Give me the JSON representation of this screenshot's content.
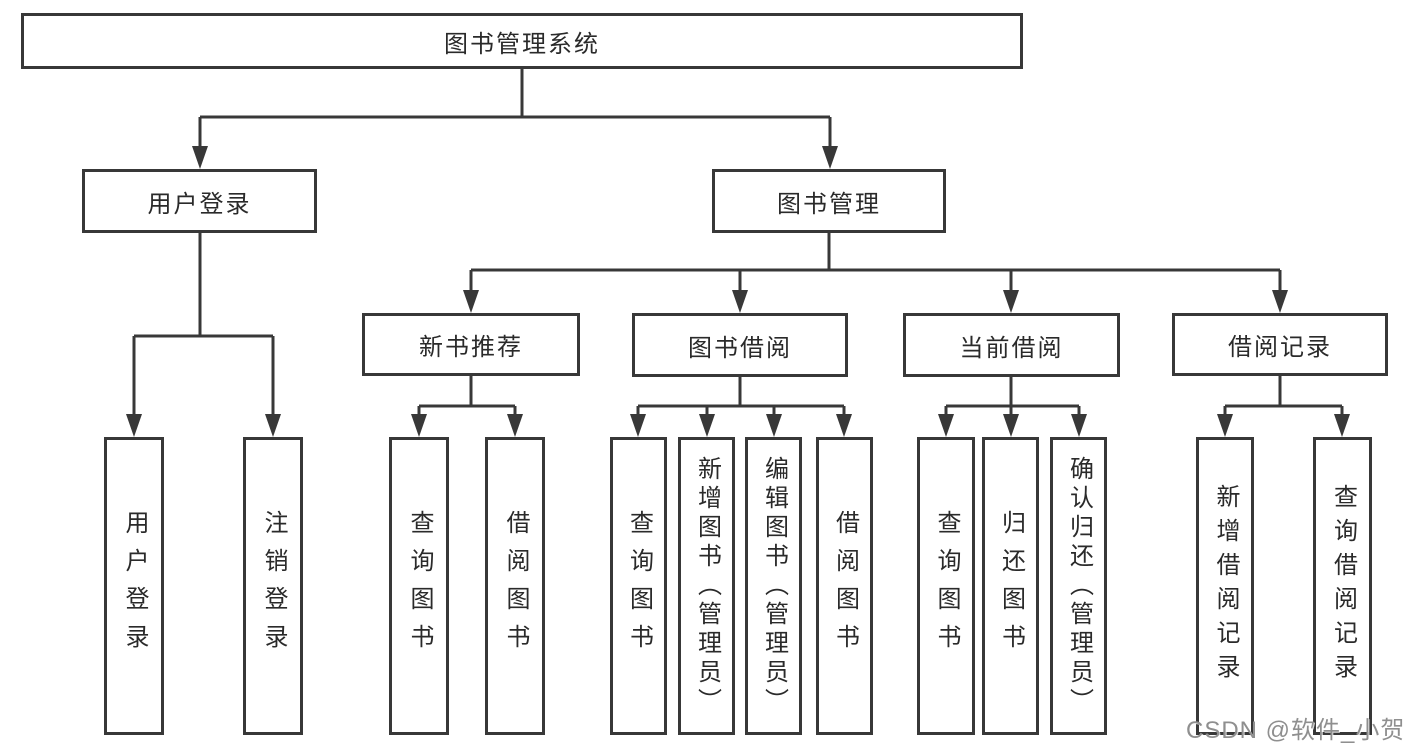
{
  "colors": {
    "line": "#383838",
    "text": "#2a2a2a",
    "watermark": "#8f8f8f",
    "bg": "#ffffff"
  },
  "nodes": {
    "root": "图书管理系统",
    "userLogin": "用户登录",
    "bookMgmt": "图书管理",
    "newBookRec": "新书推荐",
    "bookBorrow": "图书借阅",
    "currentBorrow": "当前借阅",
    "borrowRecord": "借阅记录",
    "leafUserLogin": "用户登录",
    "leafLogout": "注销登录",
    "leafQueryBook1": "查询图书",
    "leafBorrowBook1": "借阅图书",
    "leafQueryBook2": "查询图书",
    "leafAddBook": "新增图书（管理员）",
    "leafEditBook": "编辑图书（管理员）",
    "leafBorrowBook2": "借阅图书",
    "leafQueryBook3": "查询图书",
    "leafReturnBook": "归还图书",
    "leafConfirmReturn": "确认归还（管理员）",
    "leafAddRecord": "新增借阅记录",
    "leafQueryRecord": "查询借阅记录"
  },
  "watermark": {
    "text": "CSDN @软件_小贺同学"
  }
}
